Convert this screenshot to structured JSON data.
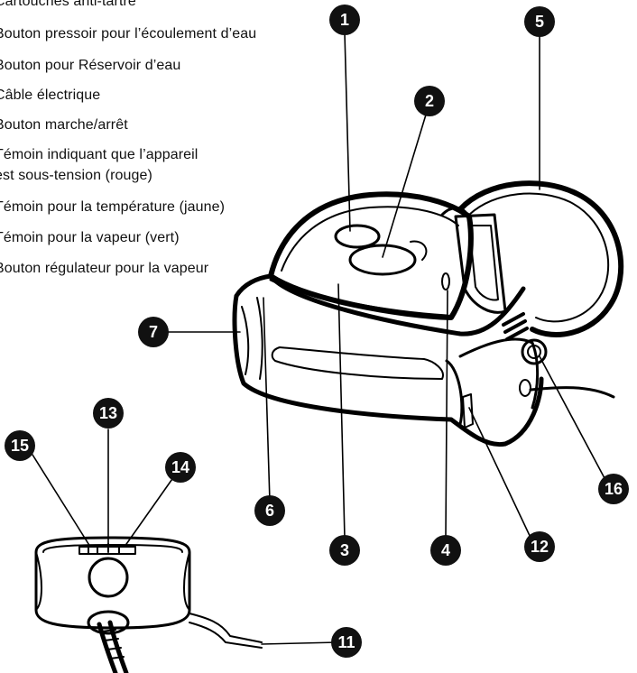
{
  "legend": {
    "items": [
      {
        "text": "Cartouches anti-tartre"
      },
      {
        "text": "Bouton pressoir pour l’écoulement d’eau"
      },
      {
        "text": "Bouton pour Réservoir d’eau"
      },
      {
        "text": "Câble électrique"
      },
      {
        "text": "Bouton marche/arrêt"
      },
      {
        "text": "Témoin indiquant que l’appareil"
      },
      {
        "text": "est sous-tension (rouge)"
      },
      {
        "text": "Témoin pour la température (jaune)"
      },
      {
        "text": "Témoin pour la vapeur (vert)"
      },
      {
        "text": "Bouton régulateur pour la vapeur"
      }
    ]
  },
  "callouts": {
    "c1": "1",
    "c2": "2",
    "c3": "3",
    "c4": "4",
    "c5": "5",
    "c6": "6",
    "c7": "7",
    "c11": "11",
    "c12": "12",
    "c13": "13",
    "c14": "14",
    "c15": "15",
    "c16": "16"
  },
  "colors": {
    "line": "#000000",
    "callout_fill": "#111111",
    "background": "#ffffff"
  }
}
